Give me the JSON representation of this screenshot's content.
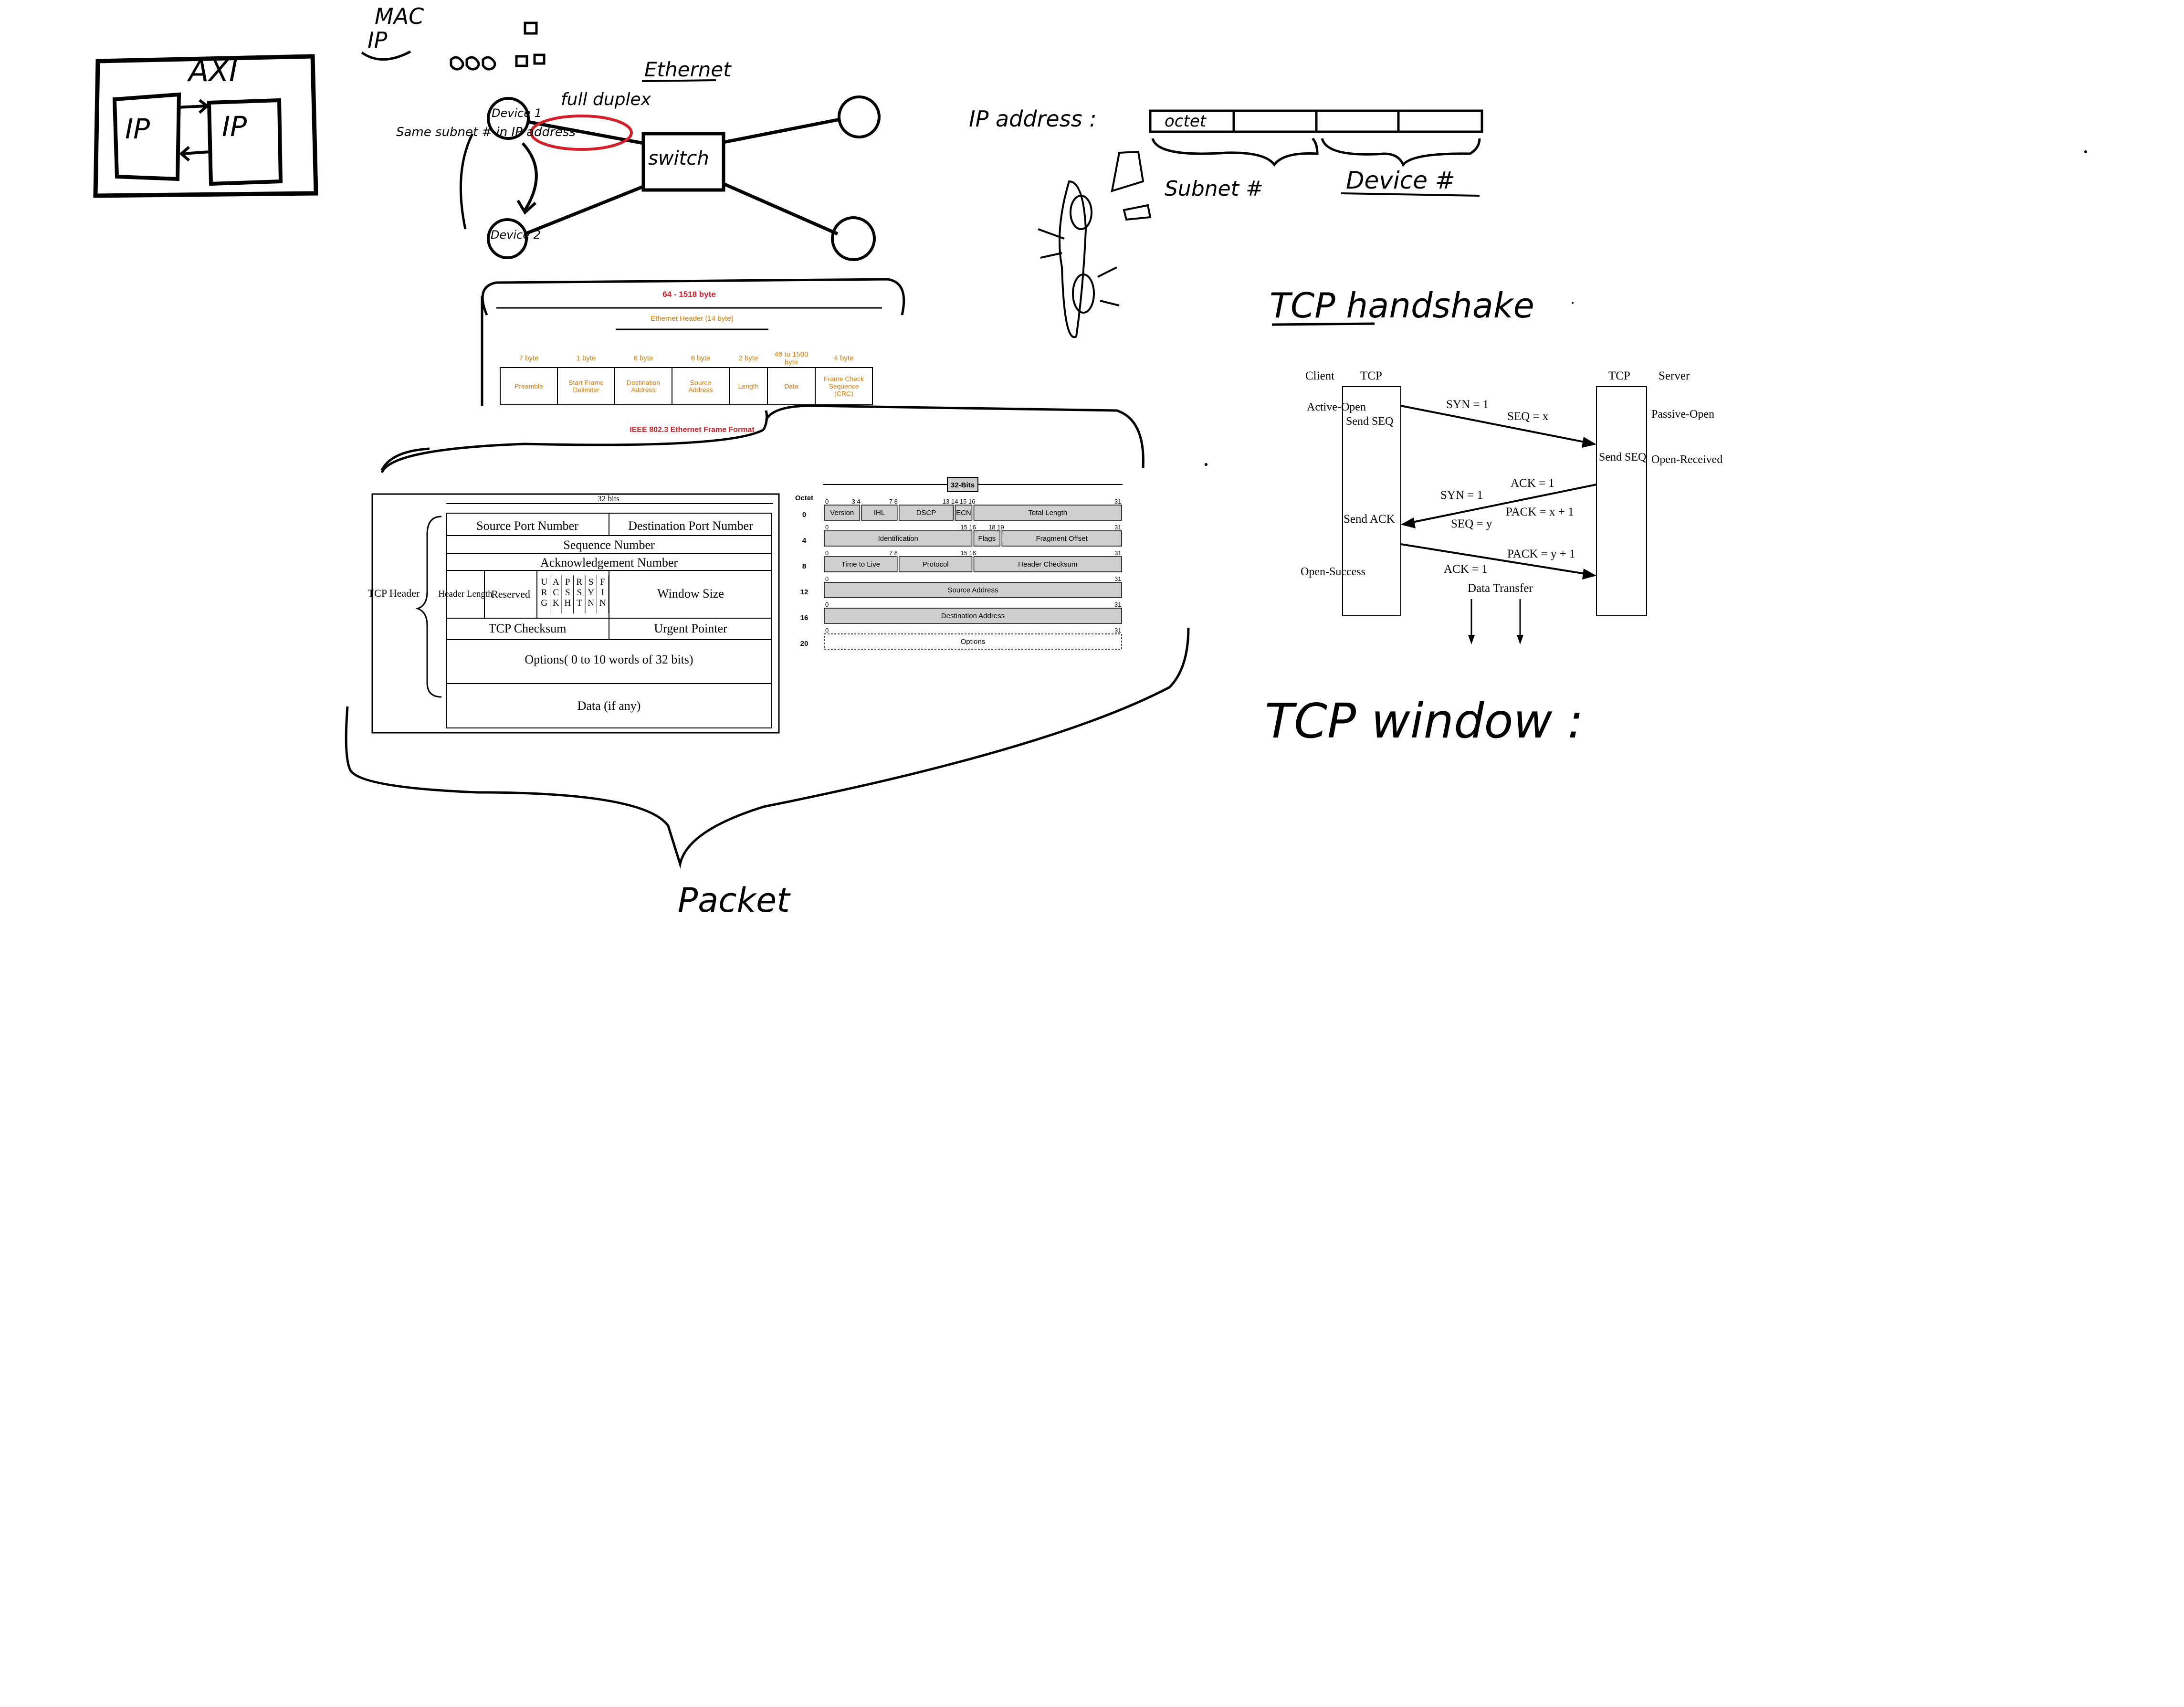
{
  "sketch": {
    "axi_label": "AXI",
    "ip_left": "IP",
    "ip_right": "IP",
    "mac_label": "MAC",
    "ip_label": "IP",
    "ethernet_label": "Ethernet",
    "full_duplex_label": "full duplex",
    "device_1": "Device 1",
    "device_2": "Device 2",
    "switch_label": "switch",
    "same_subnet_note": "Same subnet # in IP address",
    "ip_address_label": "IP address :",
    "octet_label": "octet",
    "subnet_label": "Subnet #",
    "device_num_label": "Device #",
    "tcp_handshake_title": "TCP handshake",
    "tcp_window_title": "TCP window :",
    "packet_label": "Packet"
  },
  "ethernet_frame": {
    "total_size": "64 - 1518 byte",
    "header_size": "Ethernet Header (14 byte)",
    "caption": "IEEE 802.3 Ethernet Frame Format",
    "fields": [
      {
        "size": "7 byte",
        "name": "Preamble"
      },
      {
        "size": "1 byte",
        "name": "Start Frame Delimiter"
      },
      {
        "size": "6 byte",
        "name": "Destination Address"
      },
      {
        "size": "6 byte",
        "name": "Source Address"
      },
      {
        "size": "2 byte",
        "name": "Length"
      },
      {
        "size": "46 to 1500 byte",
        "name": "Data"
      },
      {
        "size": "4 byte",
        "name": "Frame Check Sequence (CRC)"
      }
    ]
  },
  "tcp_header": {
    "width_label": "32 bits",
    "side_label": "TCP Header",
    "source_port": "Source Port Number",
    "dest_port": "Destination Port Number",
    "sequence": "Sequence Number",
    "ack": "Acknowledgement Number",
    "header_length": "Header Length",
    "reserved": "Reserved",
    "flags": [
      "URG",
      "ACK",
      "PSH",
      "RST",
      "SYN",
      "FIN"
    ],
    "window": "Window Size",
    "checksum": "TCP Checksum",
    "urgent": "Urgent Pointer",
    "options": "Options( 0  to 10 words of 32 bits)",
    "data": "Data (if any)"
  },
  "ip_header": {
    "width_label": "32-Bits",
    "octet_label": "Octet",
    "rows": [
      {
        "octet": "0",
        "fields": [
          "Version",
          "IHL",
          "DSCP",
          "ECN",
          "Total Length"
        ]
      },
      {
        "octet": "4",
        "fields": [
          "Identification",
          "Flags",
          "Fragment Offset"
        ]
      },
      {
        "octet": "8",
        "fields": [
          "Time to Live",
          "Protocol",
          "Header Checksum"
        ]
      },
      {
        "octet": "12",
        "fields": [
          "Source Address"
        ]
      },
      {
        "octet": "16",
        "fields": [
          "Destination Address"
        ]
      },
      {
        "octet": "20",
        "fields": [
          "Options"
        ]
      }
    ],
    "bit_marks": {
      "row0": [
        "0",
        "3 4",
        "7 8",
        "13 14 15 16",
        "31"
      ],
      "row1": [
        "0",
        "15 16",
        "18 19",
        "31"
      ],
      "row2": [
        "0",
        "7 8",
        "15 16",
        "31"
      ],
      "row3": [
        "0",
        "31"
      ],
      "row4": [
        "0",
        "31"
      ],
      "row5": [
        "0",
        "31"
      ]
    }
  },
  "handshake": {
    "client": "Client",
    "tcp_left": "TCP",
    "tcp_right": "TCP",
    "server": "Server",
    "active_open": "Active-Open",
    "send_seq_left": "Send SEQ",
    "passive_open": "Passive-Open",
    "send_seq_right": "Send SEQ",
    "open_received": "Open-Received",
    "send_ack": "Send ACK",
    "open_success": "Open-Success",
    "syn1_a": "SYN = 1",
    "seq_x": "SEQ = x",
    "ack1_a": "ACK = 1",
    "syn1_b": "SYN = 1",
    "pack_x1": "PACK = x + 1",
    "seq_y": "SEQ = y",
    "ack1_b": "ACK = 1",
    "pack_y1": "PACK = y + 1",
    "data_transfer": "Data Transfer"
  }
}
